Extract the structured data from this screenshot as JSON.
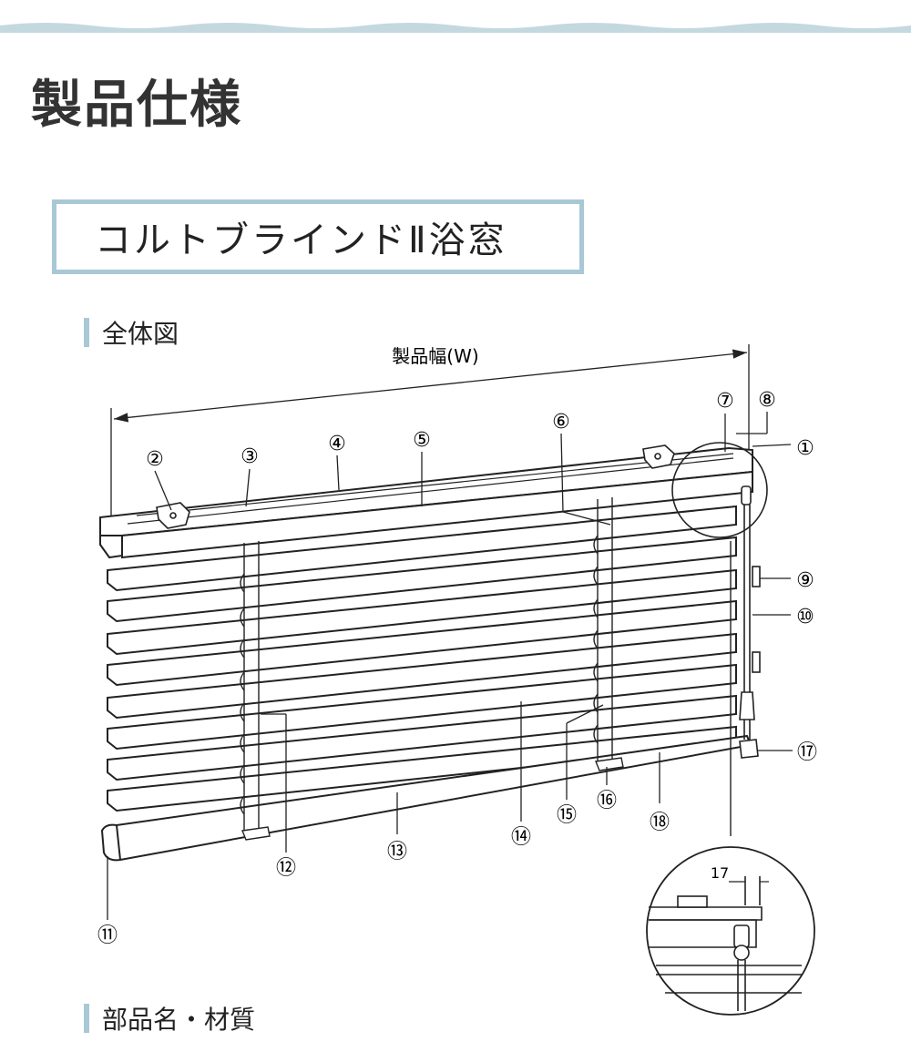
{
  "page_title": "製品仕様",
  "product_name": "コルトブラインドⅡ浴窓",
  "sections": {
    "overview": "全体図",
    "parts": "部品名・材質"
  },
  "diagram": {
    "width_label": "製品幅(W)",
    "detail_dimension": "17",
    "callouts": [
      "①",
      "②",
      "③",
      "④",
      "⑤",
      "⑥",
      "⑦",
      "⑧",
      "⑨",
      "⑩",
      "⑪",
      "⑫",
      "⑬",
      "⑭",
      "⑮",
      "⑯",
      "⑰",
      "⑱"
    ]
  },
  "colors": {
    "accent": "#a9c8d5",
    "line": "#222222"
  }
}
